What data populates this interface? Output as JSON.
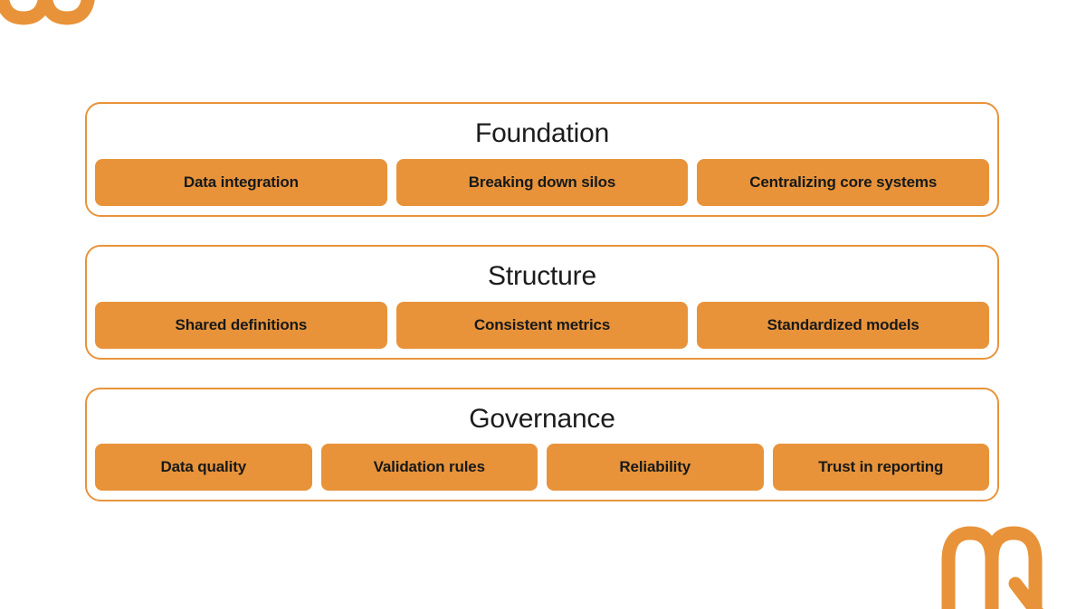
{
  "theme": {
    "background": "#FFFFFF",
    "accent": "#E8933A",
    "card_border": "#E8933A",
    "chip_fill": "#E8933A",
    "text_color": "#1C1C1C",
    "chip_text_color": "#17191A"
  },
  "decorations": [
    {
      "name": "logo-mark-top-left",
      "shape": "m-arch-logo",
      "rotation": 180,
      "color": "#E8933A"
    },
    {
      "name": "logo-mark-bottom-right",
      "shape": "m-arch-logo",
      "rotation": 0,
      "color": "#E8933A"
    }
  ],
  "layers": [
    {
      "title": "Foundation",
      "chips": [
        {
          "label": "Data integration"
        },
        {
          "label": "Breaking down silos"
        },
        {
          "label": "Centralizing core systems"
        }
      ]
    },
    {
      "title": "Structure",
      "chips": [
        {
          "label": "Shared definitions"
        },
        {
          "label": "Consistent metrics"
        },
        {
          "label": "Standardized models"
        }
      ]
    },
    {
      "title": "Governance",
      "chips": [
        {
          "label": "Data quality"
        },
        {
          "label": "Validation rules"
        },
        {
          "label": "Reliability"
        },
        {
          "label": "Trust in reporting"
        }
      ]
    }
  ]
}
